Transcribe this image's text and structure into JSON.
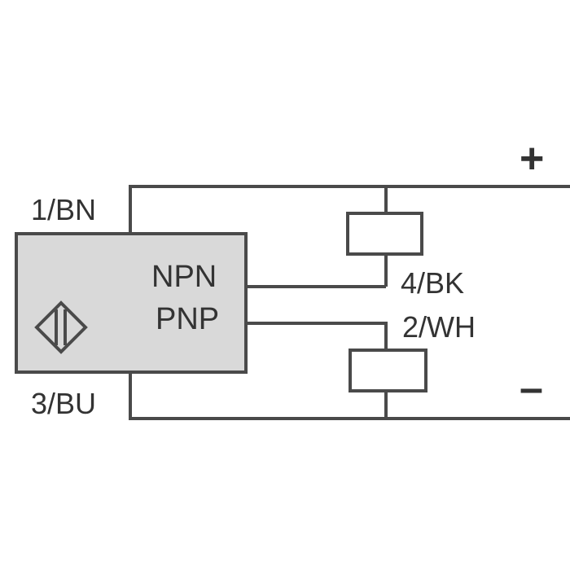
{
  "diagram": {
    "labels": {
      "pin1": "1/BN",
      "pin3": "3/BU",
      "pin4": "4/BK",
      "pin2": "2/WH",
      "npn": "NPN",
      "pnp": "PNP",
      "plus": "+",
      "minus": "–"
    },
    "colors": {
      "line": "#4a4a4a",
      "sensor_fill": "#d9d9d9",
      "text": "#333333"
    },
    "icons": {
      "sensor_symbol": "inductive-sensor-icon"
    }
  }
}
